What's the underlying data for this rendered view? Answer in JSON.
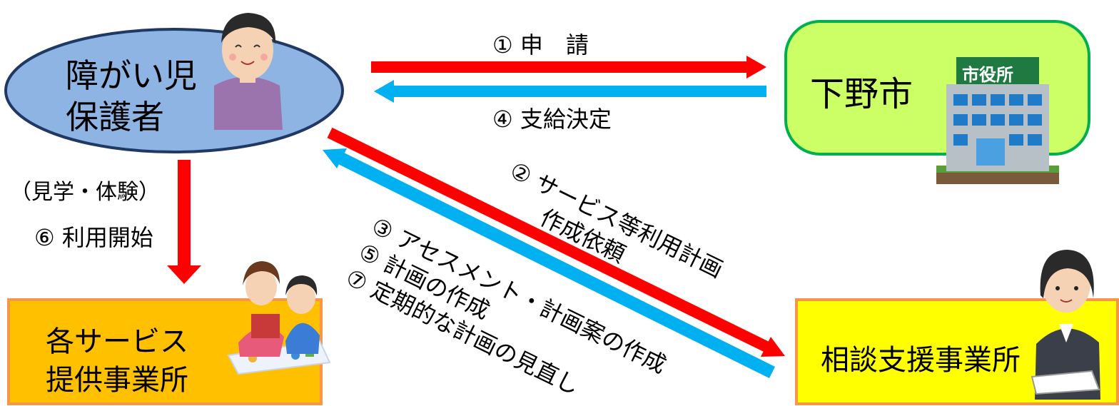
{
  "nodes": {
    "guardian": {
      "line1": "障がい児",
      "line2": "保護者"
    },
    "city": {
      "text": "下野市"
    },
    "city_sign": {
      "text": "市役所"
    },
    "providers": {
      "line1": "各サービス",
      "line2": "提供事業所"
    },
    "consult": {
      "text": "相談支援事業所"
    }
  },
  "edges": {
    "apply": "① 申　請",
    "decision": "④ 支給決定",
    "visit": "（見学・体験）",
    "start": "⑥ 利用開始",
    "request_line1": "② サービス等利用計画",
    "request_line2": "作成依頼",
    "assess": "③ アセスメント・計画案の作成",
    "plan": "⑤ 計画の作成",
    "review": "⑦ 定期的な計画の見直し"
  },
  "colors": {
    "guardian_fill": "#8eb4e3",
    "guardian_stroke": "#1f3864",
    "city_fill": "#ccff66",
    "city_stroke": "#00b050",
    "providers_fill": "#ffc000",
    "providers_stroke": "#f79646",
    "consult_fill": "#ffff00",
    "consult_stroke": "#f79646",
    "red_arrow": "#ff0000",
    "blue_arrow": "#00b0f0"
  }
}
